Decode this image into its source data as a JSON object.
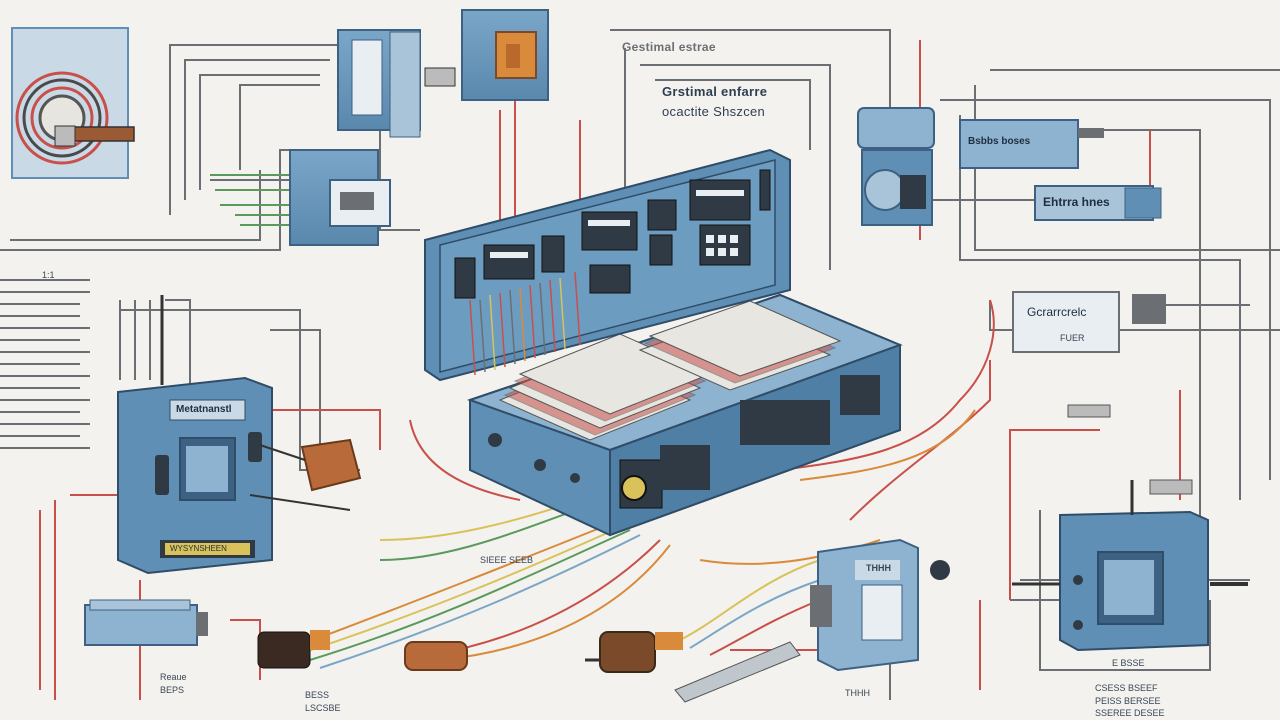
{
  "labels": {
    "top_header": "Gestimal estrae",
    "panel_title": "Grstimal enfarre",
    "panel_subtitle": "ocactite Shszcen",
    "right_module_a": "Bsbbs boses",
    "right_module_b": "Ehtrra hnes",
    "right_module_c": "Gcrarrcrelc",
    "right_module_c_sub": "FUER",
    "left_box_title": "Metatnanstl",
    "left_box_strip": "WYSYNSHEEN",
    "small_left_mid": "1:1",
    "small_bottom_center": "SIEEE SEEB",
    "small_bottom_left_a": "Reaue",
    "small_bottom_left_b": "BEPS",
    "small_bottom_mid_a": "BESS",
    "small_bottom_mid_b": "LSCSBE",
    "small_bottom_right_a": "CSESS BSEEF",
    "small_bottom_right_b": "PEISS BERSEE",
    "small_bottom_right_c": "SSEREE DESEE",
    "small_meter": "THHH",
    "small_right_tag": "E  BSSE"
  },
  "colors": {
    "background": "#f3f2ee",
    "equipment_blue": "#5f8fb5",
    "equipment_dark": "#3c6183",
    "wire_red": "#c9504a",
    "wire_gray": "#6b6f73",
    "wire_green": "#5a9a5c",
    "wire_orange": "#d98a3a",
    "wire_yellow": "#d9c25a",
    "component_brown": "#9a5a34"
  }
}
